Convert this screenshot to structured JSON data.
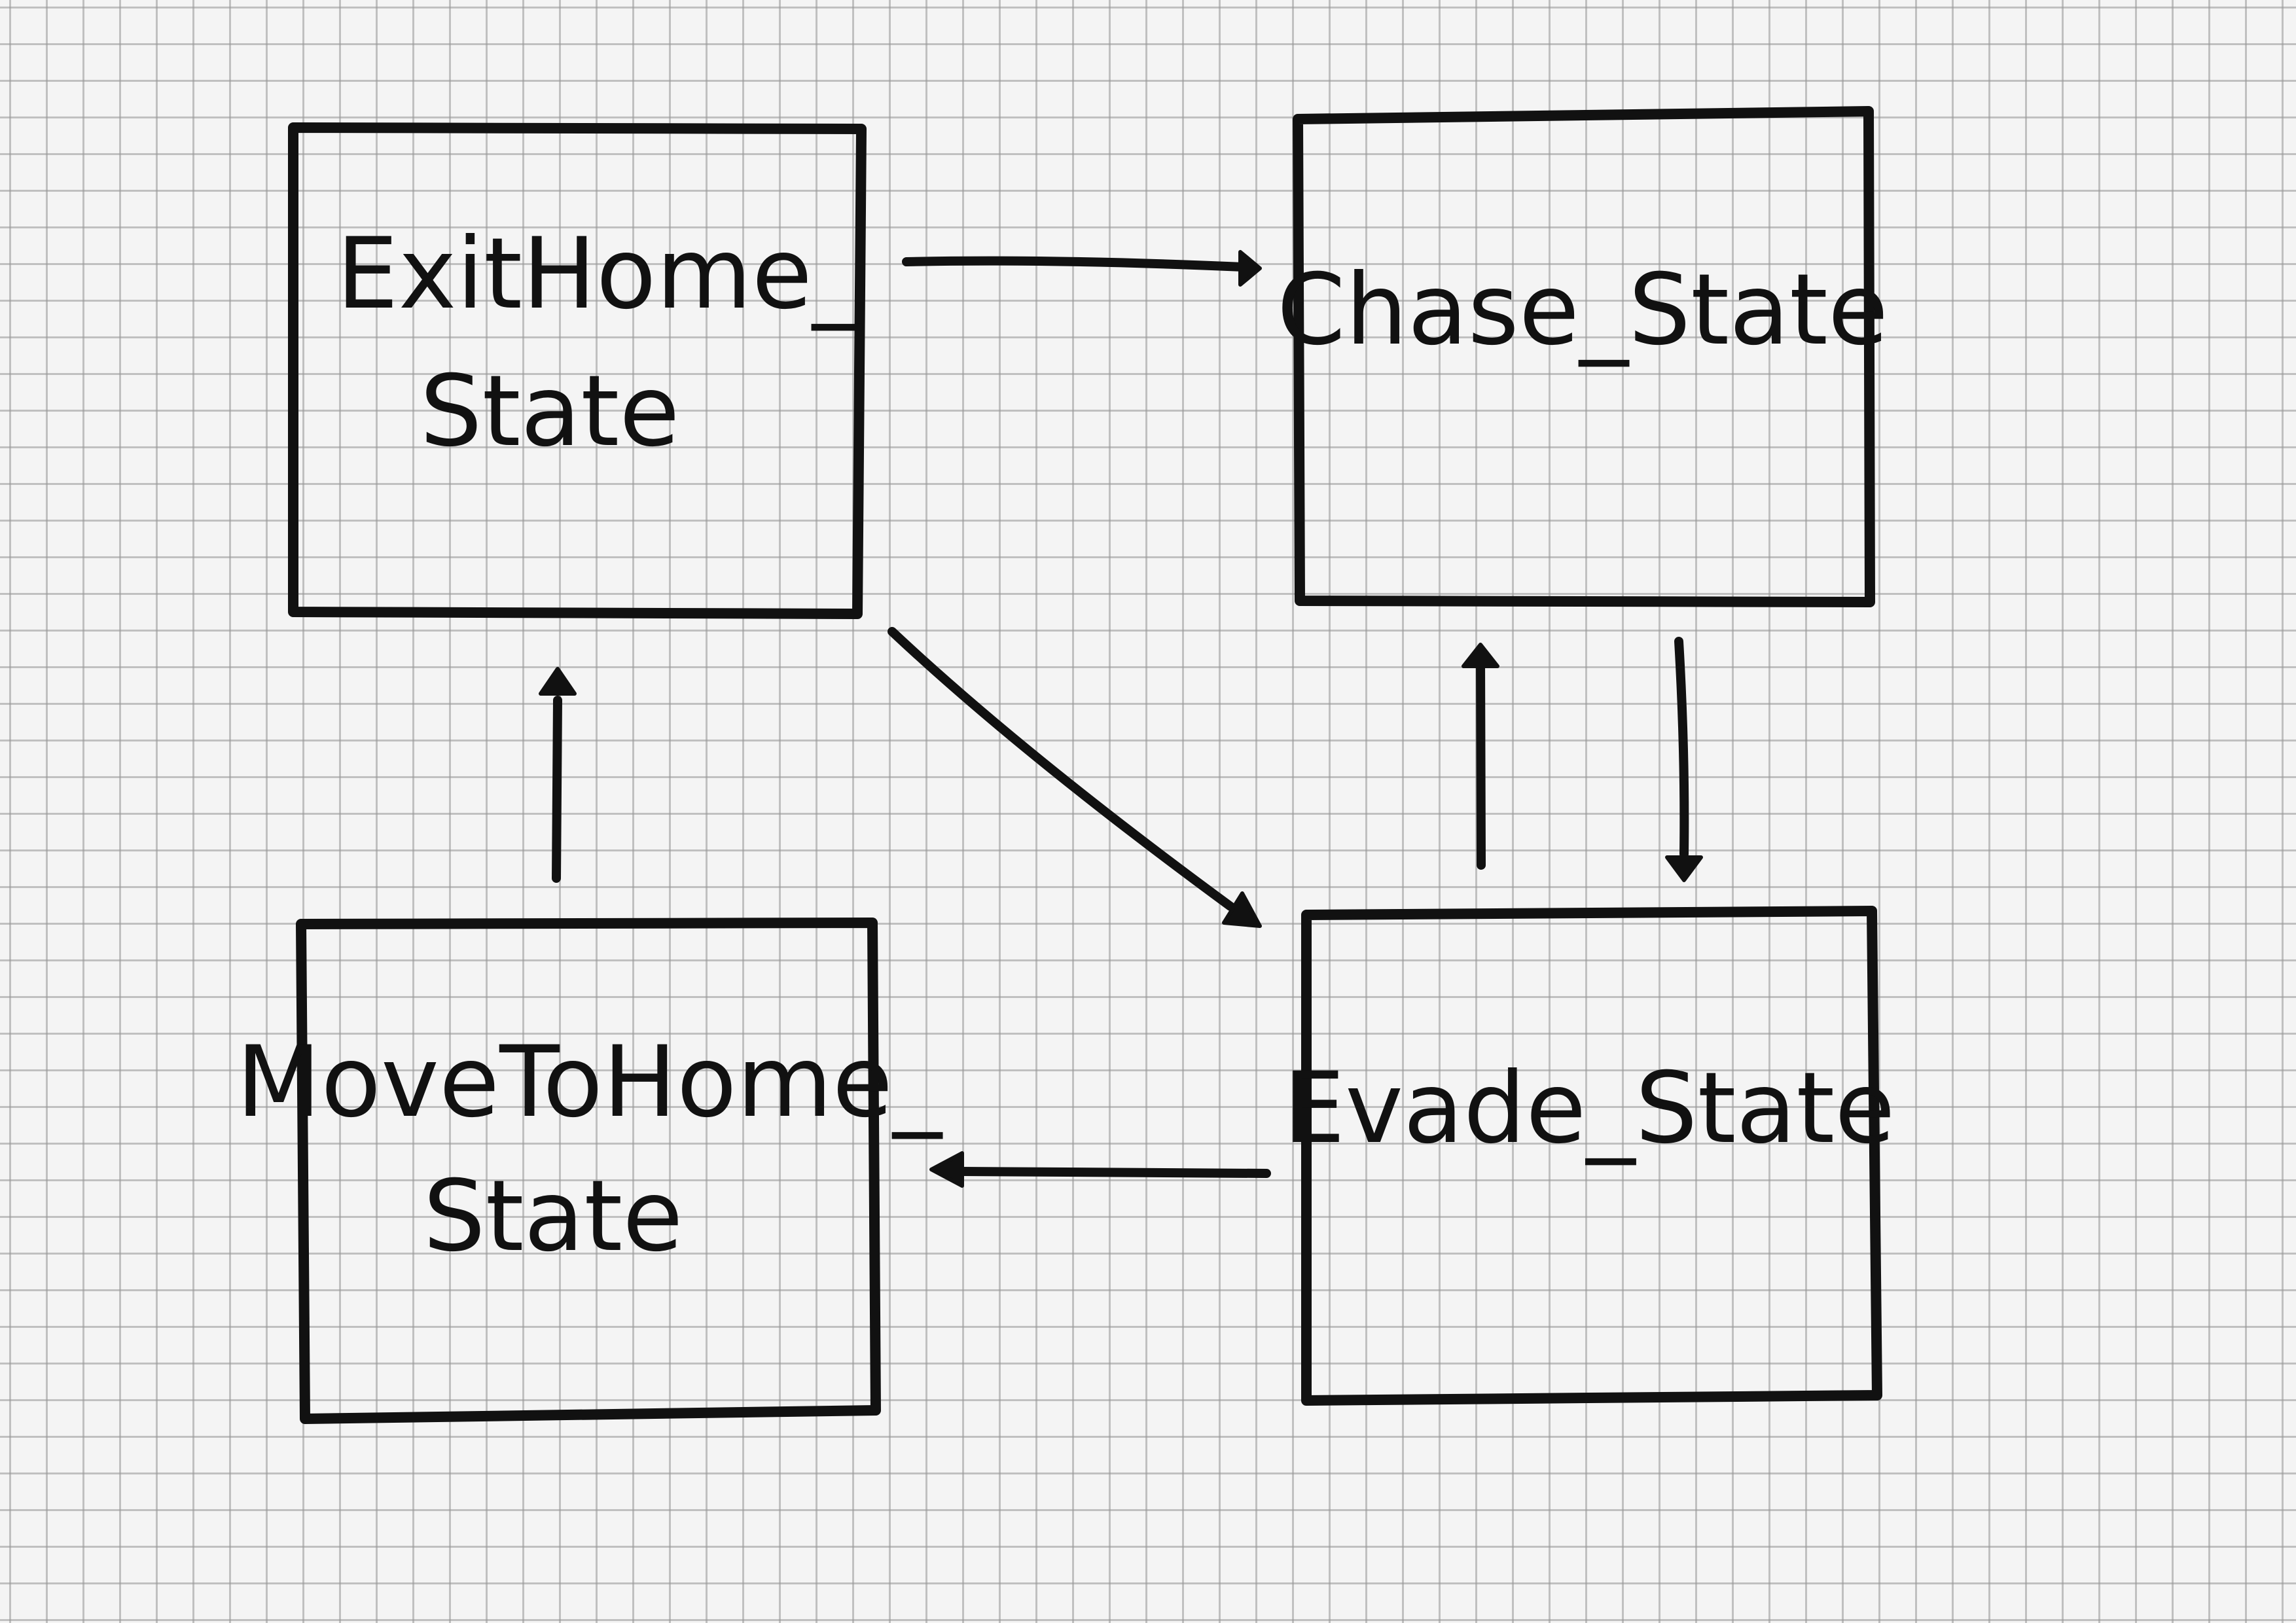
{
  "states": {
    "exit_home": {
      "line1": "ExitHome_",
      "line2": "State"
    },
    "chase": {
      "line1": "Chase_State"
    },
    "move_to_home": {
      "line1": "MoveToHome_",
      "line2": "State"
    },
    "evade": {
      "line1": "Evade_State"
    }
  },
  "transitions": [
    {
      "from": "ExitHome_State",
      "to": "Chase_State"
    },
    {
      "from": "ExitHome_State",
      "to": "Evade_State"
    },
    {
      "from": "Evade_State",
      "to": "Chase_State"
    },
    {
      "from": "Chase_State",
      "to": "Evade_State"
    },
    {
      "from": "Evade_State",
      "to": "MoveToHome_State"
    },
    {
      "from": "MoveToHome_State",
      "to": "ExitHome_State"
    }
  ]
}
